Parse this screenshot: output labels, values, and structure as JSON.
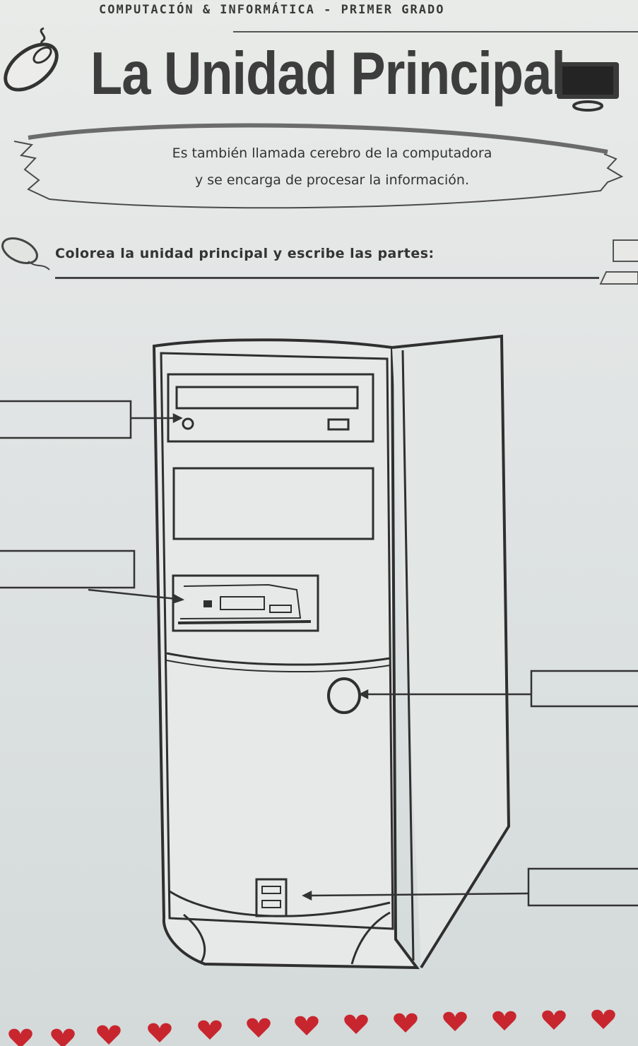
{
  "header": {
    "subject": "COMPUTACIÓN & INFORMÁTICA",
    "separator": "-",
    "grade": "PRIMER GRADO"
  },
  "title": "La Unidad Principal",
  "definition": {
    "line1": "Es también llamada cerebro de la computadora",
    "line2": "y se encarga de procesar la información."
  },
  "instruction": "Colorea la unidad principal y escribe las partes:",
  "answer_boxes": [
    {
      "id": "cd-drive-label",
      "value": ""
    },
    {
      "id": "floppy-drive-label",
      "value": ""
    },
    {
      "id": "power-button-label",
      "value": ""
    },
    {
      "id": "usb-ports-label",
      "value": ""
    }
  ],
  "icons": [
    "mouse-icon",
    "monitor-icon",
    "small-mouse-icon",
    "small-computer-icon",
    "heart-icon"
  ],
  "colors": {
    "ink": "#2f2f2f",
    "paper": "#e4e7e6",
    "hearts": "#c8262e"
  }
}
